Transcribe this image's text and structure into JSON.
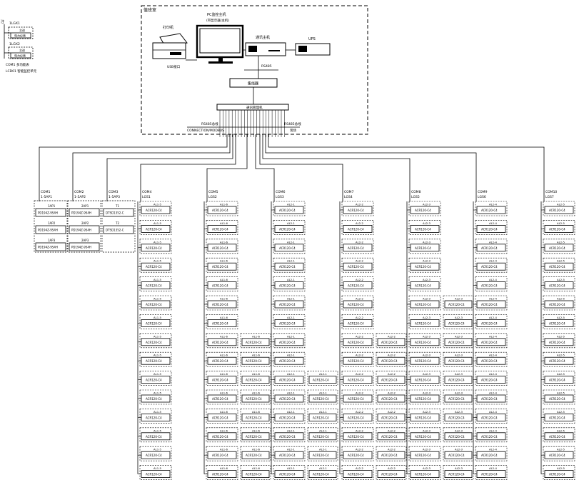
{
  "control_room": {
    "label": "值班室",
    "printer": "打印机",
    "usb_label": "USB接口",
    "pc": "PC监控主机",
    "pc_sub": "(带显示器/主机)",
    "switch_box": "通讯主机",
    "ups": "UPS",
    "bus_label": "RS485",
    "hub": "集线器",
    "converter": "通讯管理机",
    "tag_left": "RS485总线",
    "tag_left2": "CONNECTION/MODBUS",
    "tag_right": "RS485总线",
    "tag_right2": "现场"
  },
  "left_legend": {
    "marker": "注",
    "items": [
      "1LGX1",
      "1LGX2"
    ],
    "boxes": [
      "主进",
      "主进"
    ],
    "codes": [
      "电力仪表",
      "电力仪表"
    ],
    "note1": "COM1 多功能表",
    "note2": "LCD01 智能监控单元"
  },
  "columns": [
    {
      "head": [
        "COM1",
        "1-5AP1"
      ],
      "items": [
        [
          "1AP1",
          "PD194Z-9S4H"
        ],
        [
          "1AP2",
          "PD194Z-9S4H"
        ],
        [
          "1AP3",
          "PD194Z-9S4H"
        ]
      ]
    },
    {
      "head": [
        "COM2",
        "1-5AP2"
      ],
      "items": [
        [
          "2AP1",
          "PD194Z-9S4H"
        ],
        [
          "2AP2",
          "PD194Z-9S4H"
        ],
        [
          "2AP3",
          "PD194Z-9S4H"
        ]
      ]
    },
    {
      "head": [
        "COM3",
        "1-5AP3"
      ],
      "items": [
        [
          "T1",
          "DTSD1352-C"
        ],
        [
          "T2",
          "DTSD1352-C"
        ]
      ]
    },
    {
      "head": [
        "COM4",
        "LGS1"
      ],
      "sub": "AL1-5",
      "node": "ACR120-C4"
    },
    {
      "head": [
        "COM5",
        "LGS2"
      ],
      "sub": "AL1-6",
      "node": "ACR120-C4"
    },
    {
      "head": [
        "COM6",
        "LGS3"
      ],
      "sub": "AL2-1",
      "node": "ACR120-C4"
    },
    {
      "head": [
        "COM7",
        "LGS4"
      ],
      "sub": "AL2-2",
      "node": "ACR120-C4"
    },
    {
      "head": [
        "COM8",
        "LGS5"
      ],
      "sub": "AL2-3",
      "node": "ACR120-C4"
    },
    {
      "head": [
        "COM9",
        "LGS6"
      ],
      "sub": "AL2-4",
      "node": "ACR120-C4"
    },
    {
      "head": [
        "COM10",
        "LGS7"
      ],
      "sub": "AL2-5",
      "node": "ACR120-C4"
    }
  ]
}
